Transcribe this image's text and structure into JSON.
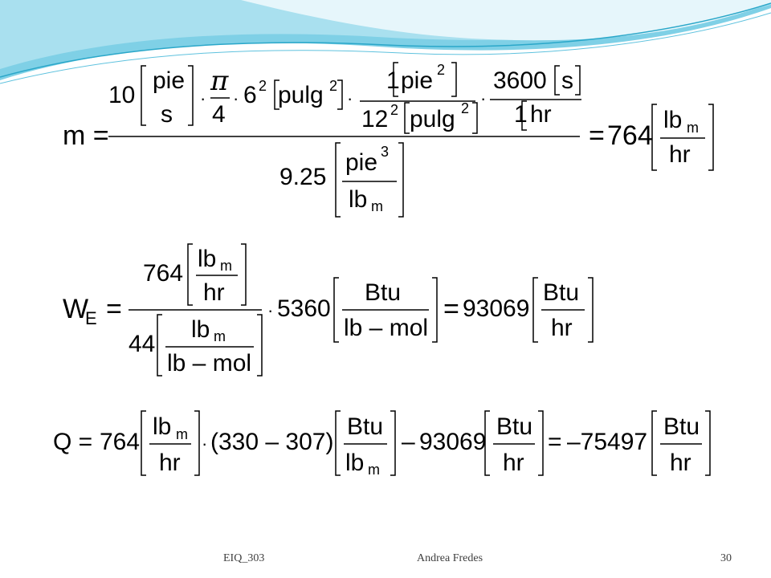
{
  "theme": {
    "accent_light": "#c8ecf4",
    "accent_mid": "#7fd0e6",
    "accent_dark": "#2aa7c9"
  },
  "eq1": {
    "lhs": "m =",
    "n10": "10",
    "pie1": "pie",
    "s1": "s",
    "dot1": "·",
    "pi": "π",
    "four": "4",
    "dot2": "·",
    "six": "6",
    "sq1": "2",
    "pulg1": "pulg",
    "sq2": "2",
    "dot3": "·",
    "one1": "1",
    "pie2": "pie",
    "sq3": "2",
    "twelve": "12",
    "sq4": "2",
    "pulg2": "pulg",
    "sq5": "2",
    "dot4": "·",
    "n3600": "3600",
    "s2": "s",
    "one2": "1",
    "hr1": "hr",
    "n925": "9.25",
    "pie3": "pie",
    "cube": "3",
    "lb1": "lb",
    "m1": "m",
    "equals": "=",
    "result": "764",
    "lb2": "lb",
    "m2": "m",
    "hr2": "hr"
  },
  "eq2": {
    "W": "W",
    "E": "E",
    "equals1": "=",
    "n764": "764",
    "lb1": "lb",
    "m1": "m",
    "hr1": "hr",
    "n44": "44",
    "lb2": "lb",
    "m2": "m",
    "lbmol1": "lb – mol",
    "dot": "·",
    "n5360": "5360",
    "btu1": "Btu",
    "lbmol2": "lb – mol",
    "equals2": "=",
    "result": "93069",
    "btu2": "Btu",
    "hr2": "hr"
  },
  "eq3": {
    "lhs": "Q =",
    "n764": "764",
    "lb1": "lb",
    "m1": "m",
    "hr1": "hr",
    "dot": "·",
    "paren": "(330 – 307)",
    "btu1": "Btu",
    "lb2": "lb",
    "m2": "m",
    "minus": "–",
    "n93069": "93069",
    "btu2": "Btu",
    "hr2": "hr",
    "equals": "=",
    "result": "–75497",
    "btu3": "Btu",
    "hr3": "hr"
  },
  "footer": {
    "left": "EIQ_303",
    "center": "Andrea Fredes",
    "page": "30"
  }
}
